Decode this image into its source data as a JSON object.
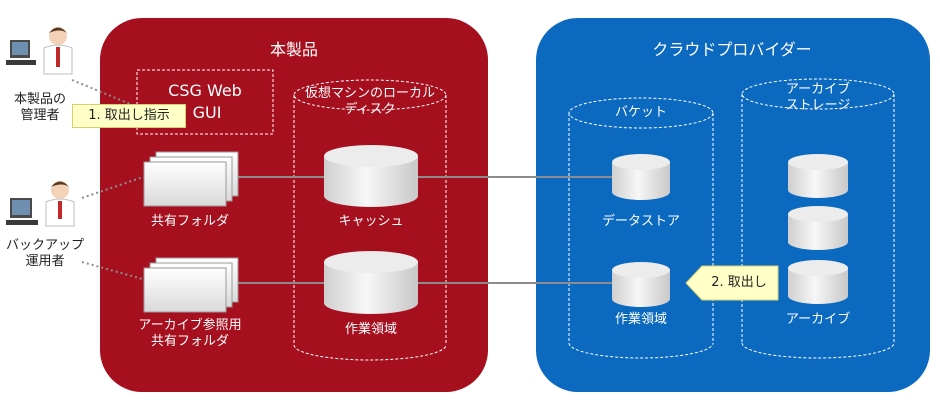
{
  "product": {
    "title": "本製品",
    "color": "#a50f1e"
  },
  "cloud": {
    "title": "クラウドプロバイダー",
    "color": "#0b6ac0"
  },
  "gui": {
    "line1": "CSG Web",
    "line2": "GUI"
  },
  "vm_disk": {
    "label": "仮想マシンのローカル\nディスク",
    "cache": "キャッシュ",
    "work": "作業領域"
  },
  "folders": {
    "shared": "共有フォルダ",
    "archive_ref": "アーカイブ参照用\n共有フォルダ"
  },
  "bucket": {
    "label": "バケット",
    "datastore": "データストア",
    "work": "作業領域"
  },
  "archive_storage": {
    "label": "アーカイブ\nストレージ",
    "archive": "アーカイブ"
  },
  "users": {
    "admin": "本製品の\n管理者",
    "operator": "バックアップ\n運用者"
  },
  "callouts": {
    "step1": "1. 取出し指示",
    "step2": "2. 取出し"
  }
}
